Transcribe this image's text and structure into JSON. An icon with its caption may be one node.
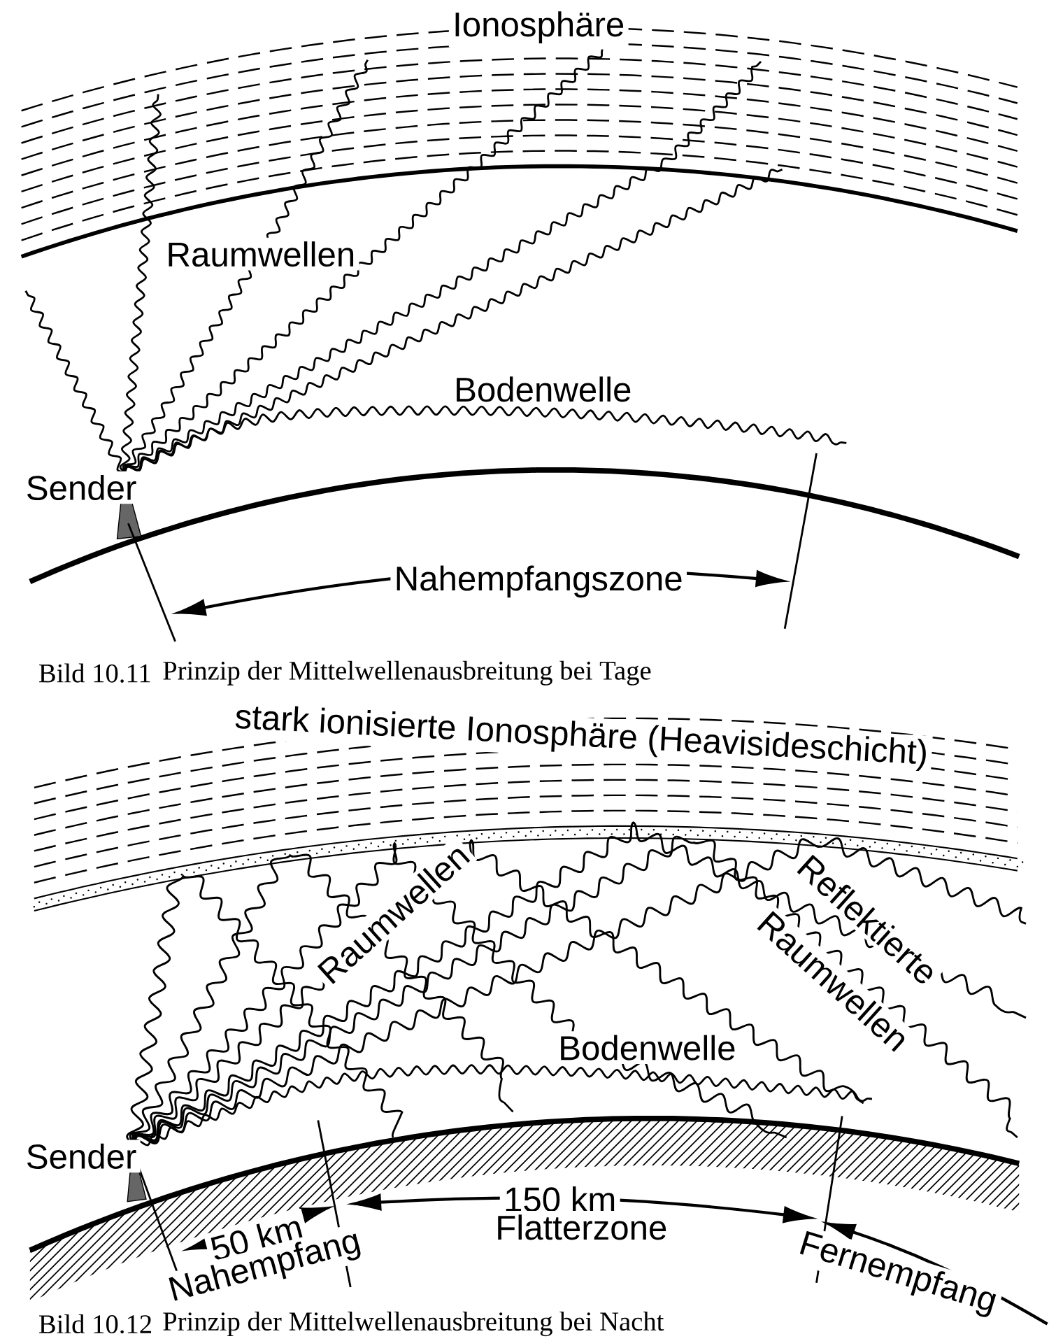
{
  "diagram": {
    "labels": [
      "Ionosphäre",
      "Raumwellen",
      "Bodenwelle",
      "Sender",
      "Nahempfangszone",
      "Bild 10.11",
      "Prinzip der Mittelwellenausbreitung bei Tage",
      "stark ionisierte Ionosphäre (Heavisideschicht)",
      "Raumwellen",
      "Reflektierte",
      "Raumwellen",
      "Bodenwelle",
      "Sender",
      "150 km",
      "Flatterzone",
      "50 km",
      "Nahempfang",
      "Fernempfang",
      "Bild 10.12",
      "Prinzip der Mittelwellenausbreitung bei Nacht"
    ]
  }
}
